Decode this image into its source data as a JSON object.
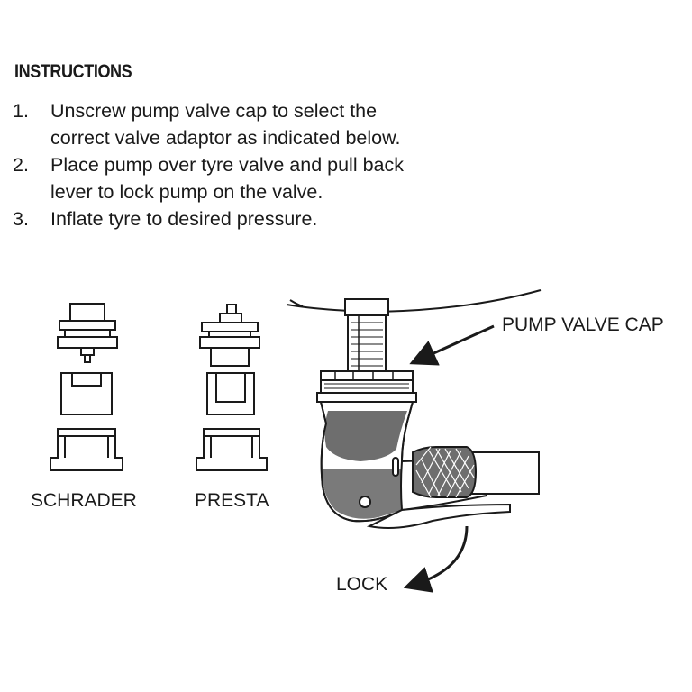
{
  "instructions": {
    "heading": "INSTRUCTIONS",
    "steps": [
      {
        "number": "1.",
        "text": "Unscrew pump valve cap to select the correct valve adaptor as indicated below."
      },
      {
        "number": "2.",
        "text": "Place pump over tyre valve and pull back lever to lock pump on the valve."
      },
      {
        "number": "3.",
        "text": "Inflate tyre to desired pressure."
      }
    ]
  },
  "adaptors": {
    "schrader_label": "SCHRADER",
    "presta_label": "PRESTA"
  },
  "callouts": {
    "pump_valve_cap": "PUMP VALVE CAP",
    "lock": "LOCK"
  }
}
